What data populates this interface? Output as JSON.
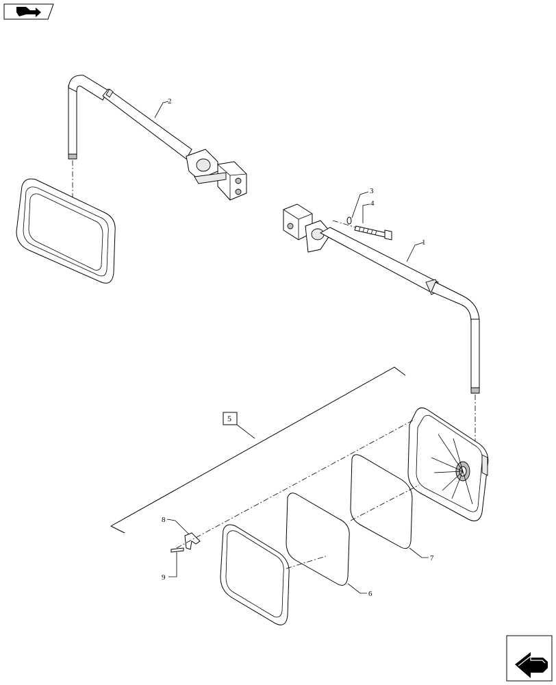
{
  "callouts": {
    "c1": "1",
    "c2": "2",
    "c3": "3",
    "c4": "4",
    "c5": "5",
    "c6": "6",
    "c7": "7",
    "c8": "8",
    "c9": "9"
  },
  "icons": {
    "top_left": "book-arrow-icon",
    "bottom_right": "next-page-arrow-icon"
  }
}
